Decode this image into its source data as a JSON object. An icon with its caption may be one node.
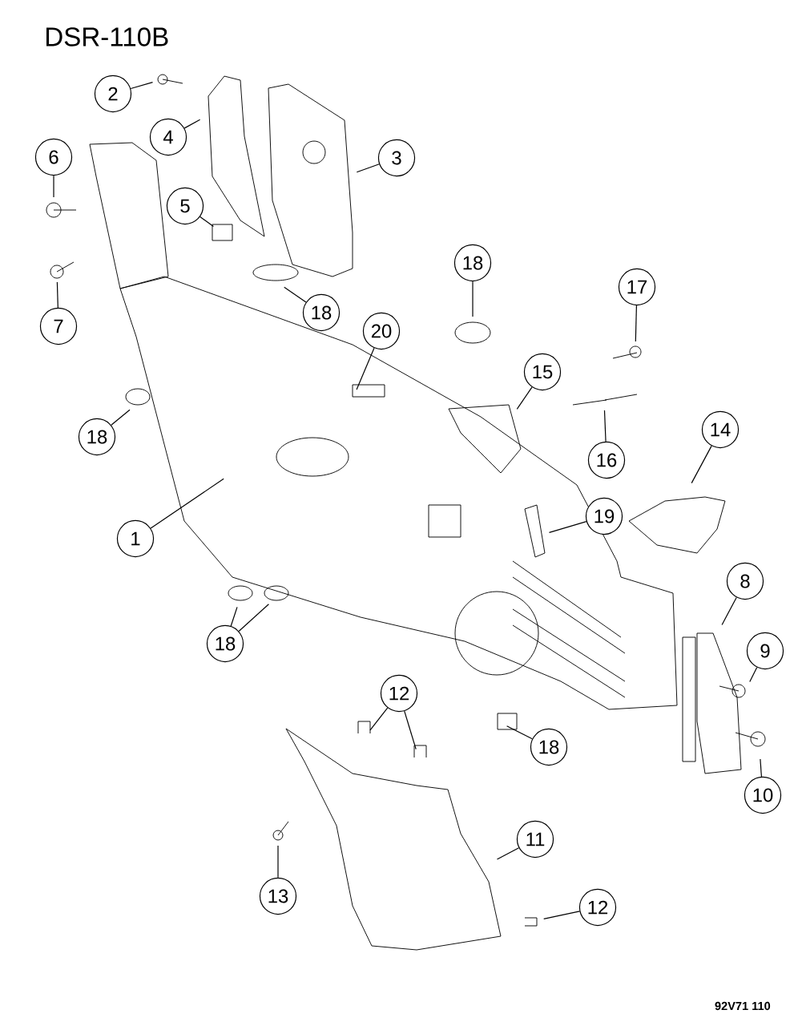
{
  "diagram": {
    "title": "DSR-110B",
    "nodes": [
      {
        "text": [
          "2"
        ]
      },
      {
        "text": [
          "4"
        ]
      },
      {
        "text": [
          "3"
        ]
      },
      {
        "text": [
          "6"
        ]
      },
      {
        "text": [
          "5"
        ]
      },
      {
        "text": [
          "18"
        ]
      },
      {
        "text": [
          "7"
        ]
      },
      {
        "text": [
          "20"
        ]
      },
      {
        "text": [
          "18"
        ]
      },
      {
        "text": [
          "17"
        ]
      },
      {
        "text": [
          "15"
        ]
      },
      {
        "text": [
          "18"
        ]
      },
      {
        "text": [
          "14"
        ]
      },
      {
        "text": [
          "16"
        ]
      },
      {
        "text": [
          "19"
        ]
      },
      {
        "text": [
          "1"
        ]
      },
      {
        "text": [
          "8"
        ]
      },
      {
        "text": [
          "18"
        ]
      },
      {
        "text": [
          "9"
        ]
      },
      {
        "text": [
          "12"
        ]
      },
      {
        "text": [
          "18"
        ]
      },
      {
        "text": [
          "10"
        ]
      },
      {
        "text": [
          "11"
        ]
      },
      {
        "text": [
          "13"
        ]
      },
      {
        "text": [
          "12"
        ]
      }
    ],
    "edges": [
      {
        "from": 0,
        "to": null,
        "arrow": "none"
      },
      {
        "from": 1,
        "to": null,
        "arrow": "none"
      },
      {
        "from": 2,
        "to": null,
        "arrow": "none"
      },
      {
        "from": 3,
        "to": null,
        "arrow": "none"
      },
      {
        "from": 4,
        "to": null,
        "arrow": "none"
      },
      {
        "from": 5,
        "to": null,
        "arrow": "none"
      },
      {
        "from": 6,
        "to": null,
        "arrow": "none"
      },
      {
        "from": 7,
        "to": null,
        "arrow": "none"
      },
      {
        "from": 8,
        "to": null,
        "arrow": "none"
      },
      {
        "from": 9,
        "to": null,
        "arrow": "none"
      },
      {
        "from": 10,
        "to": null,
        "arrow": "none"
      },
      {
        "from": 11,
        "to": null,
        "arrow": "none"
      },
      {
        "from": 12,
        "to": null,
        "arrow": "none"
      },
      {
        "from": 13,
        "to": null,
        "arrow": "none"
      },
      {
        "from": 14,
        "to": null,
        "arrow": "none"
      },
      {
        "from": 15,
        "to": null,
        "arrow": "none"
      },
      {
        "from": 16,
        "to": null,
        "arrow": "none"
      },
      {
        "from": 17,
        "to": null,
        "arrow": "none"
      },
      {
        "from": 17,
        "to": null,
        "arrow": "none"
      },
      {
        "from": 18,
        "to": null,
        "arrow": "none"
      },
      {
        "from": 19,
        "to": null,
        "arrow": "none"
      },
      {
        "from": 19,
        "to": null,
        "arrow": "none"
      },
      {
        "from": 20,
        "to": null,
        "arrow": "none"
      },
      {
        "from": 21,
        "to": null,
        "arrow": "none"
      },
      {
        "from": 22,
        "to": null,
        "arrow": "none"
      },
      {
        "from": 23,
        "to": null,
        "arrow": "none"
      },
      {
        "from": 24,
        "to": null,
        "arrow": "none"
      }
    ],
    "labels": [
      "92V71 110"
    ]
  }
}
